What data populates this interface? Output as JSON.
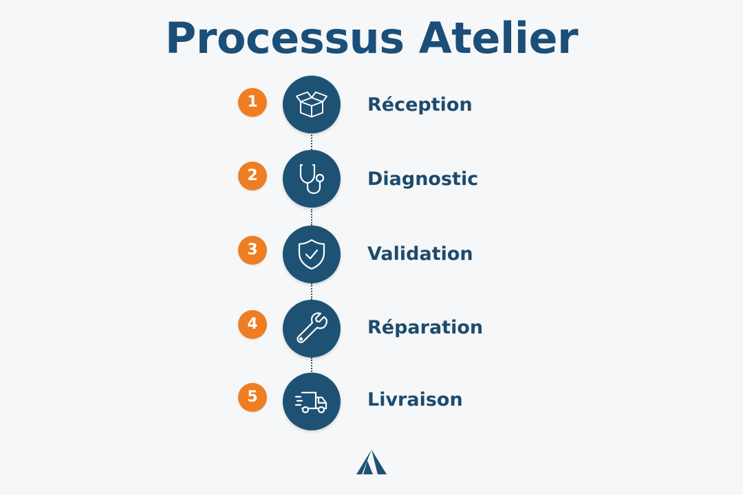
{
  "title": "Processus Atelier",
  "colors": {
    "background": "#f6f7f8",
    "title": "#1b4f79",
    "badge": "#ef7d22",
    "icon_circle": "#1e5274",
    "label": "#1d4b6e"
  },
  "steps": [
    {
      "number": "1",
      "label": "Réception",
      "icon": "open-box-icon"
    },
    {
      "number": "2",
      "label": "Diagnostic",
      "icon": "stethoscope-icon"
    },
    {
      "number": "3",
      "label": "Validation",
      "icon": "shield-check-icon"
    },
    {
      "number": "4",
      "label": "Réparation",
      "icon": "wrench-icon"
    },
    {
      "number": "5",
      "label": "Livraison",
      "icon": "delivery-truck-icon"
    }
  ],
  "logo": "mountain-logo"
}
